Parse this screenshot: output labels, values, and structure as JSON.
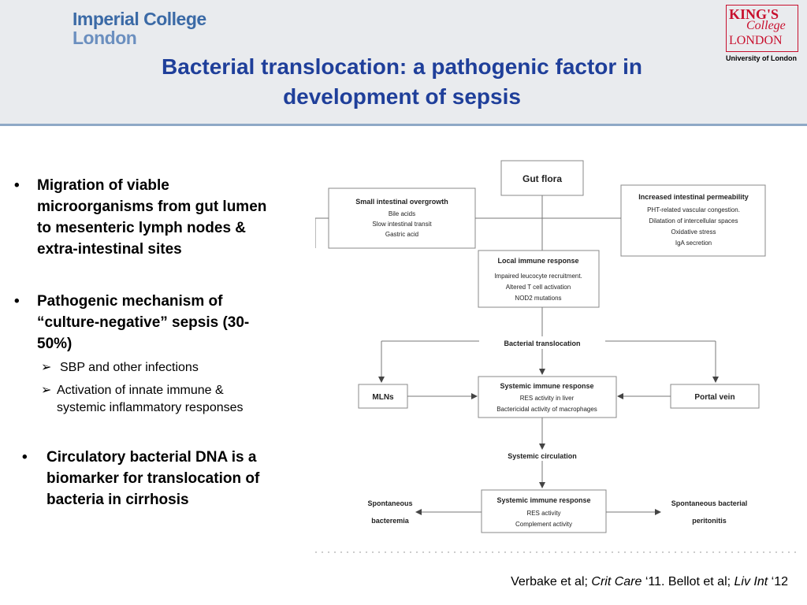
{
  "header": {
    "left_logo": [
      "Imperial College",
      "London"
    ],
    "right_logo": [
      "KING'S",
      "College",
      "LONDON",
      "University of London"
    ],
    "title_lines": [
      "Bacterial translocation: a pathogenic factor in",
      "development of sepsis"
    ]
  },
  "bullets": [
    {
      "text": [
        "Migration of viable",
        "microorganisms from gut lumen",
        "to mesenteric lymph nodes &",
        "extra-intestinal sites"
      ]
    },
    {
      "text": [
        "Pathogenic mechanism of",
        "“culture-negative” sepsis (30-",
        "50%)"
      ]
    },
    {
      "text": [
        "Circulatory bacterial DNA is a",
        "biomarker for translocation of",
        "bacteria in cirrhosis"
      ]
    }
  ],
  "sub_bullets": [
    {
      "text": [
        "SBP and other infections"
      ]
    },
    {
      "text": [
        "Activation of innate immune &",
        "systemic inflammatory responses"
      ]
    }
  ],
  "diagram": {
    "gut_flora": "Gut flora",
    "small_overgrowth": {
      "title": "Small intestinal overgrowth",
      "items": [
        "Bile acids",
        "Slow intestinal transit",
        "Gastric acid"
      ]
    },
    "permeability": {
      "title": "Increased intestinal permeability",
      "items": [
        "PHT-related vascular congestion.",
        "Dilatation of intercellular spaces",
        "Oxidative stress",
        "IgA secretion"
      ]
    },
    "local_immune": {
      "title": "Local immune response",
      "items": [
        "Impaired leucocyte recruitment.",
        "Altered T cell activation",
        "NOD2 mutations"
      ]
    },
    "bacterial_translocation": "Bacterial translocation",
    "mlns": "MLNs",
    "portal_vein": "Portal vein",
    "systemic_immune_1": {
      "title": "Systemic immune response",
      "items": [
        "RES activity in liver",
        "Bactericidal activity of macrophages"
      ]
    },
    "systemic_circulation": "Systemic circulation",
    "spont_bacteremia": [
      "Spontaneous",
      "bacteremia"
    ],
    "systemic_immune_2": {
      "title": "Systemic immune response",
      "items": [
        "RES activity",
        "Complement activity"
      ]
    },
    "spont_peritonitis": [
      "Spontaneous bacterial",
      "peritonitis"
    ]
  },
  "citation": {
    "part1": "Verbake et al; ",
    "journal1": "Crit Care",
    "part2": " ‘11. Bellot et al; ",
    "journal2": "Liv Int",
    "part3": " ‘12"
  }
}
